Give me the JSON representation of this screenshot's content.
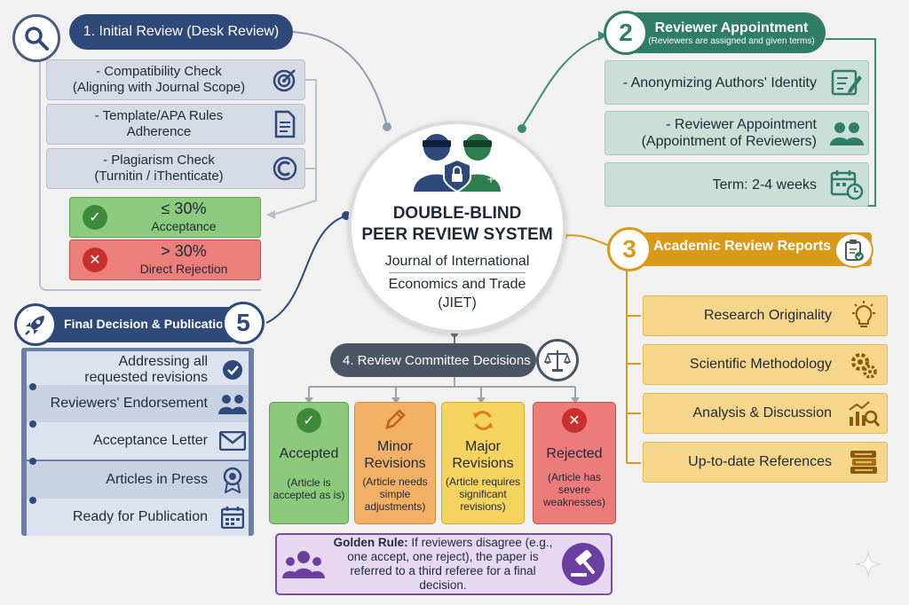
{
  "center": {
    "title_line1": "DOUBLE-BLIND",
    "title_line2": "PEER REVIEW SYSTEM",
    "journal_line1": "Journal of International",
    "journal_line2": "Economics and Trade",
    "journal_line3": "(JIET)"
  },
  "step1": {
    "title": "1. Initial Review (Desk Review)",
    "checks": [
      {
        "line1": "- Compatibility Check",
        "line2": "(Aligning with Journal Scope)",
        "icon": "target-icon"
      },
      {
        "line1": "- Template/APA Rules",
        "line2": "Adherence",
        "icon": "document-icon"
      },
      {
        "line1": "- Plagiarism Check",
        "line2": "(Turnitin / iThenticate)",
        "icon": "copyright-icon"
      }
    ],
    "accept": {
      "value": "≤ 30%",
      "label": "Acceptance"
    },
    "reject": {
      "value": "> 30%",
      "label": "Direct Rejection"
    }
  },
  "step2": {
    "number": "2",
    "title": "Reviewer Appointment",
    "subtitle": "(Reviewers are assigned and given terms)",
    "items": [
      {
        "line1": "- Anonymizing Authors' Identity",
        "line2": "",
        "icon": "edit-form-icon"
      },
      {
        "line1": "- Reviewer Appointment",
        "line2": "(Appointment of Reviewers)",
        "icon": "users-icon"
      },
      {
        "line1": "Term: 2-4 weeks",
        "line2": "",
        "icon": "calendar-clock-icon"
      }
    ]
  },
  "step3": {
    "number": "3",
    "title": "Academic Review Reports",
    "items": [
      {
        "label": "Research Originality",
        "icon": "lightbulb-icon"
      },
      {
        "label": "Scientific Methodology",
        "icon": "gears-icon"
      },
      {
        "label": "Analysis & Discussion",
        "icon": "chart-search-icon"
      },
      {
        "label": "Up-to-date References",
        "icon": "books-icon"
      }
    ]
  },
  "step4": {
    "title": "4. Review Committee Decisions",
    "decisions": [
      {
        "title": "Accepted",
        "note_line1": "(Article is",
        "note_line2": "accepted as is)",
        "note_line3": "",
        "color": "#8cc97a"
      },
      {
        "title": "Minor Revisions",
        "note_line1": "(Article needs",
        "note_line2": "simple",
        "note_line3": "adjustments)",
        "color": "#f2b067"
      },
      {
        "title": "Major Revisions",
        "note_line1": "(Article requires",
        "note_line2": "significant",
        "note_line3": "revisions)",
        "color": "#f4d35e"
      },
      {
        "title": "Rejected",
        "note_line1": "(Article has",
        "note_line2": "severe",
        "note_line3": "weaknesses)",
        "color": "#ec7b7b"
      }
    ],
    "golden_rule": {
      "label": "Golden Rule:",
      "line1": "If reviewers disagree (e.g.,",
      "line2": "one accept, one reject), the paper is",
      "line3": "referred to a third referee for a final decision."
    }
  },
  "step5": {
    "number": "5",
    "title": "Final Decision & Publication",
    "items": [
      {
        "line1": "Addressing all",
        "line2": "requested revisions",
        "icon": "check-badge-icon"
      },
      {
        "line1": "Reviewers' Endorsement",
        "line2": "",
        "icon": "users-icon"
      },
      {
        "line1": "Acceptance Letter",
        "line2": "",
        "icon": "envelope-icon"
      },
      {
        "line1": "Articles in Press",
        "line2": "",
        "icon": "award-icon"
      },
      {
        "line1": "Ready for Publication",
        "line2": "",
        "icon": "calendar-icon"
      }
    ]
  },
  "colors": {
    "navy": "#2f4a7a",
    "teal": "#2f7d66",
    "gold": "#d99a1a",
    "slate": "#4b5563",
    "purple": "#6b3fa0"
  }
}
